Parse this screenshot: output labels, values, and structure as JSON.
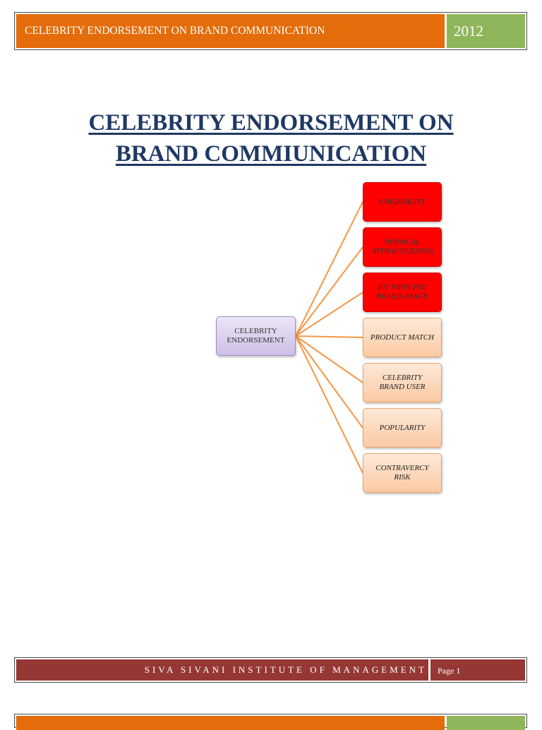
{
  "header": {
    "title": "CELEBRITY ENDORSEMENT ON BRAND COMMUNICATION",
    "year": "2012",
    "left_color": "#e46c0a",
    "right_color": "#8fb65a"
  },
  "page_title": {
    "line1": "CELEBRITY ENDORSEMENT ON",
    "line2": "BRAND COMMIUNICATION",
    "color": "#1f3864"
  },
  "diagram": {
    "center": {
      "label_line1": "CELEBRITY",
      "label_line2": "ENDORSEMENT"
    },
    "children": [
      {
        "line1": "CREDIBILITY",
        "line2": "",
        "style": "red"
      },
      {
        "line1": "PHYSICAL",
        "line2": "ATTRACTIVENESS",
        "style": "red"
      },
      {
        "line1": "FIT WITH THE",
        "line2": "BRAND IMAGE",
        "style": "red"
      },
      {
        "line1": "PRODUCT MATCH",
        "line2": "",
        "style": "peach"
      },
      {
        "line1": "CELEBRITY",
        "line2": "BRAND USER",
        "style": "peach"
      },
      {
        "line1": "POPULARITY",
        "line2": "",
        "style": "peach"
      },
      {
        "line1": "CONTRAVERCY",
        "line2": "RISK",
        "style": "peach"
      }
    ],
    "connector_color": "#f79646",
    "red_color": "#ff0000"
  },
  "footer": {
    "institute": "SIVA SIVANI INSTITUTE OF MANAGEMENT",
    "page": "Page 1",
    "color": "#953735"
  }
}
